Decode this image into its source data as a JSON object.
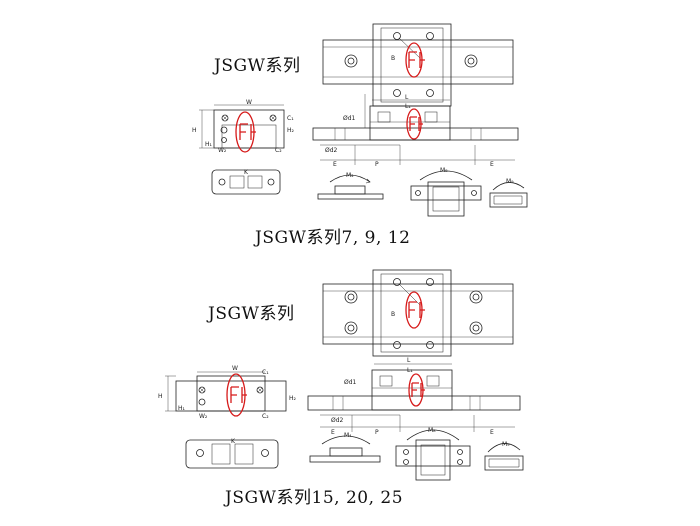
{
  "upper": {
    "title": "JSGW系列",
    "caption": "JSGW系列7, 9, 12",
    "dims": {
      "W": "W",
      "B": "B",
      "L": "L",
      "L1": "L₁",
      "H": "H",
      "H1": "H₁",
      "H2": "H₂",
      "W2": "W₂",
      "C1": "C₁",
      "C2": "C₂",
      "E": "E",
      "P": "P",
      "d1": "Ød1",
      "d2": "Ød2",
      "K": "K",
      "Ma": "M₄",
      "Mb": "M₈",
      "Mc": "M₉"
    }
  },
  "lower": {
    "title": "JSGW系列",
    "caption": "JSGW系列15, 20, 25",
    "dims": {
      "W": "W",
      "B": "B",
      "L": "L",
      "L1": "L₁",
      "H": "H",
      "H1": "H₁",
      "H2": "H₂",
      "W2": "W₂",
      "C1": "C₁",
      "C2": "C₂",
      "E": "E",
      "P": "P",
      "d1": "Ød1",
      "d2": "Ød2",
      "K": "K",
      "Ma": "M₄",
      "Mb": "M₈",
      "Mc": "M₉"
    }
  },
  "colors": {
    "line": "#222222",
    "logo": "#d61a1a"
  }
}
